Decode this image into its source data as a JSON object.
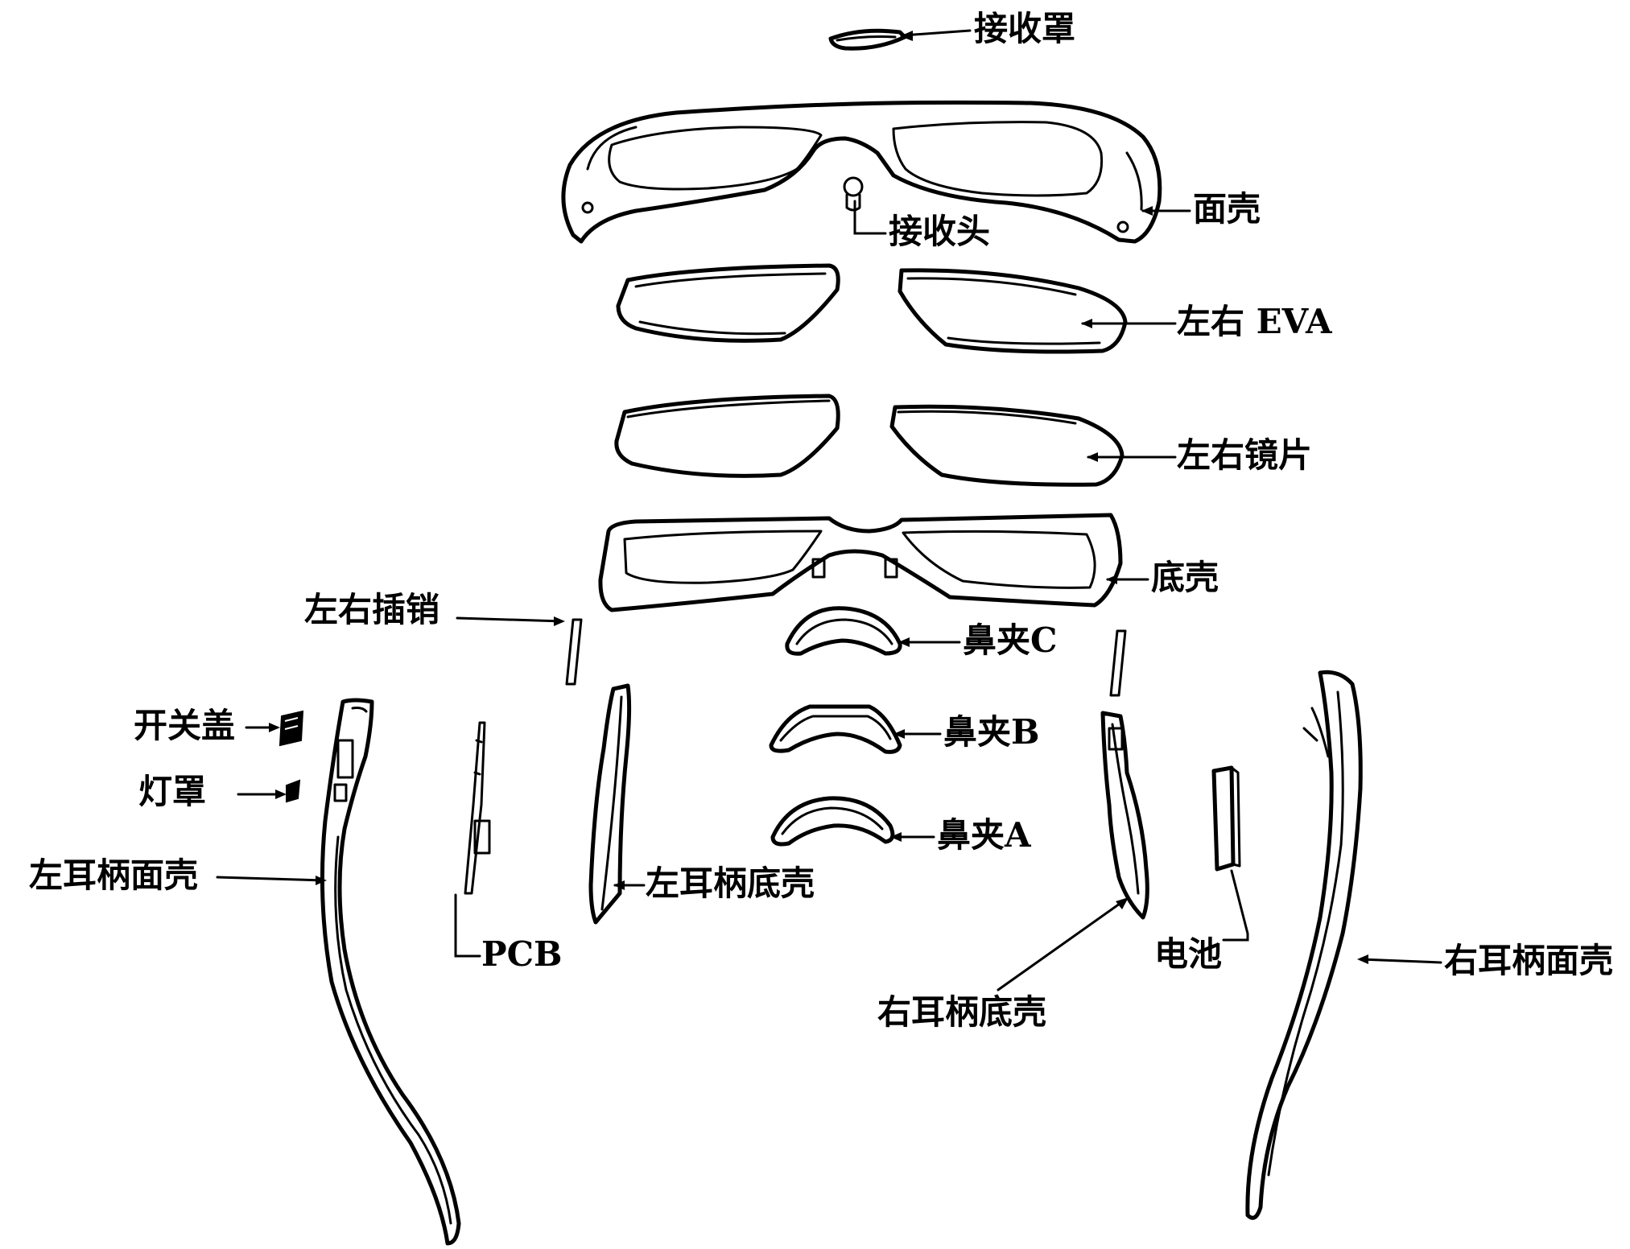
{
  "labels": {
    "receiver_cover": "接收罩",
    "face_shell": "面壳",
    "receiver_head": "接收头",
    "left_right_eva": "左右 EVA",
    "left_right_lenses": "左右镜片",
    "bottom_shell": "底壳",
    "left_right_pins": "左右插销",
    "nose_clip_c": "鼻夹C",
    "nose_clip_b": "鼻夹B",
    "nose_clip_a": "鼻夹A",
    "switch_cover": "开关盖",
    "lamp_cover": "灯罩",
    "left_temple_face_shell": "左耳柄面壳",
    "pcb": "PCB",
    "left_temple_bottom_shell": "左耳柄底壳",
    "right_temple_bottom_shell": "右耳柄底壳",
    "battery": "电池",
    "right_temple_face_shell": "右耳柄面壳"
  }
}
